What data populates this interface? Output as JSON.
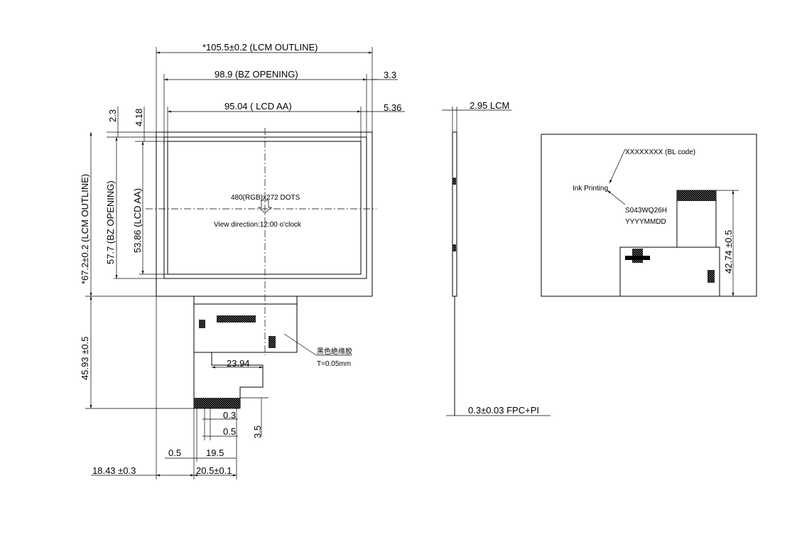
{
  "front_view": {
    "lcm_outline_width": "*105.5±0.2 (LCM OUTLINE)",
    "bz_opening_width": "98.9 (BZ OPENING)",
    "lcd_aa_width": "95.04 ( LCD AA)",
    "offset_right_bz": "3.3",
    "offset_right_aa": "5.36",
    "offset_top_bz": "2.3",
    "offset_top_aa": "4.18",
    "lcm_outline_height": "*67.2±0.2 (LCM OUTLINE)",
    "bz_opening_height": "57.7 (BZ OPENING)",
    "lcd_aa_height": "53.86 (LCD AA)",
    "resolution": "480(RGB)x272 DOTS",
    "view_direction": "View direction:12:00 o'clock",
    "fpc_length": "45.93 ±0.5",
    "fpc_width_inner": "23.94",
    "pitch_a": "0.3",
    "pitch_b": "0.5",
    "gold_finger_len": "3.5",
    "left_edge": "0.5",
    "pin_span": "19.5",
    "fpc_offset": "18.43 ±0.3",
    "fpc_width": "20.5±0.1",
    "insulation_tape": "黑色绝缘胶",
    "tape_thickness": "T=0.05mm"
  },
  "side_view": {
    "thickness": "2.95 LCM",
    "fpc_thickness": "0.3±0.03  FPC+PI"
  },
  "back_view": {
    "bl_code": "XXXXXXXX (BL code)",
    "ink_printing": "Ink Printing",
    "model": "S043WQ26H",
    "date_code": "YYYYMMDD",
    "fpc_height": "42.74 ±0.5"
  }
}
